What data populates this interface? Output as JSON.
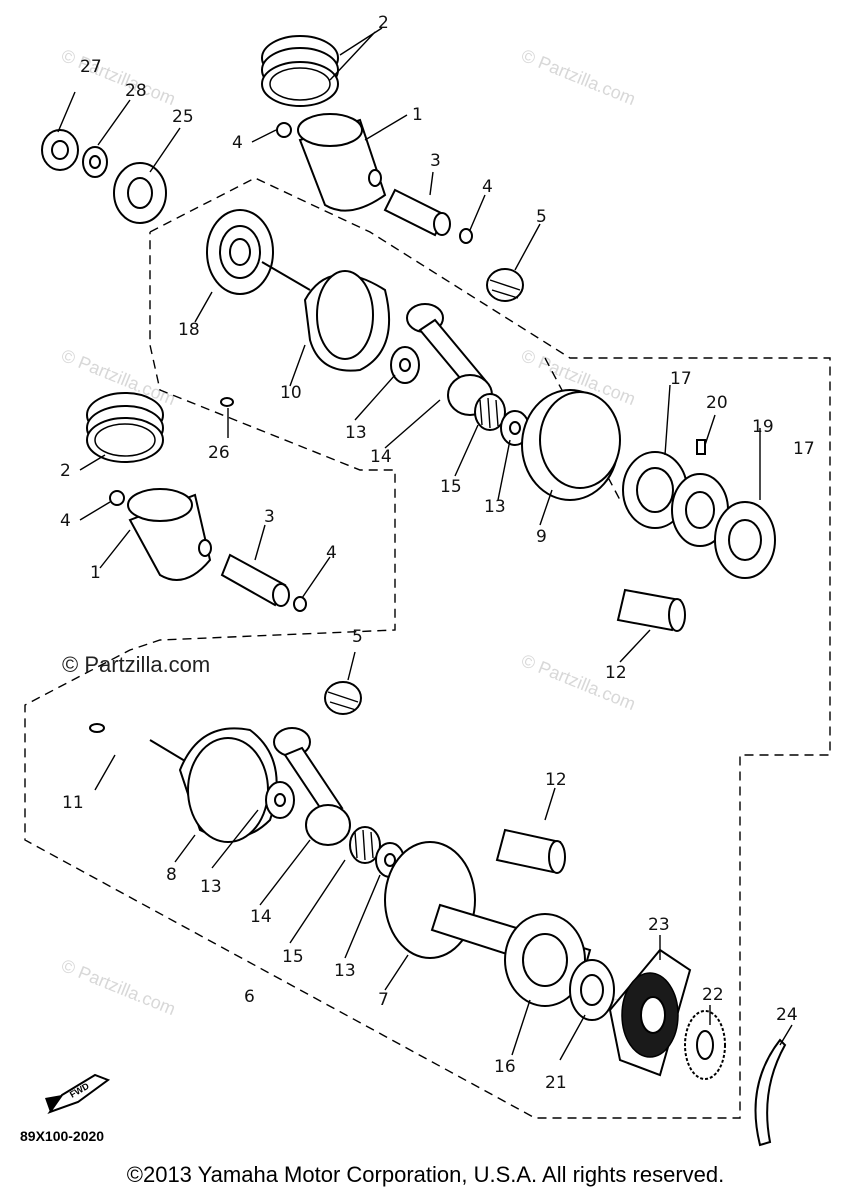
{
  "diagram": {
    "callouts": [
      "1",
      "2",
      "3",
      "4",
      "5",
      "6",
      "7",
      "8",
      "9",
      "10",
      "11",
      "12",
      "13",
      "14",
      "15",
      "16",
      "17",
      "18",
      "19",
      "20",
      "21",
      "22",
      "23",
      "24",
      "25",
      "26",
      "27",
      "28"
    ],
    "watermark": "© Partzilla.com",
    "watermark_faint": "© Partzilla.com",
    "fwd_label": "FWD",
    "diagram_code": "89X100-2020",
    "copyright": "©2013 Yamaha Motor Corporation, U.S.A. All rights reserved."
  }
}
